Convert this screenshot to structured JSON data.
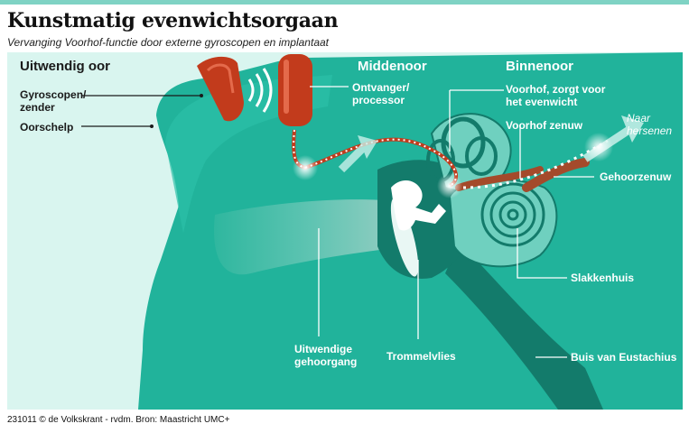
{
  "title": "Kunstmatig evenwichtsorgaan",
  "subtitle": "Vervanging Voorhof-functie door externe gyroscopen en implantaat",
  "sections": {
    "outer_ear": "Uitwendig oor",
    "middle_ear": "Middenoor",
    "inner_ear": "Binnenoor"
  },
  "labels": {
    "gyroscopes": [
      "Gyroscopen/",
      "zender"
    ],
    "auricle": "Oorschelp",
    "receiver": [
      "Ontvanger/",
      "processor"
    ],
    "vestibule": [
      "Voorhof, zorgt voor",
      "het evenwicht"
    ],
    "vestibular_nerve": "Voorhof zenuw",
    "to_brain": [
      "Naar",
      "hersenen"
    ],
    "auditory_nerve": "Gehoorzenuw",
    "cochlea": "Slakkenhuis",
    "ear_canal": [
      "Uitwendige",
      "gehoorgang"
    ],
    "eardrum": "Trommelvlies",
    "eustachian_tube": "Buis van Eustachius"
  },
  "credit": "231011 © de Volkskrant - rvdm. Bron: Maastricht UMC+",
  "colors": {
    "bg_light": "#d9f5ef",
    "teal": "#21b39b",
    "teal_dark": "#137b6b",
    "device": "#c23b1c",
    "accent_bar": "#7fd3c4"
  }
}
